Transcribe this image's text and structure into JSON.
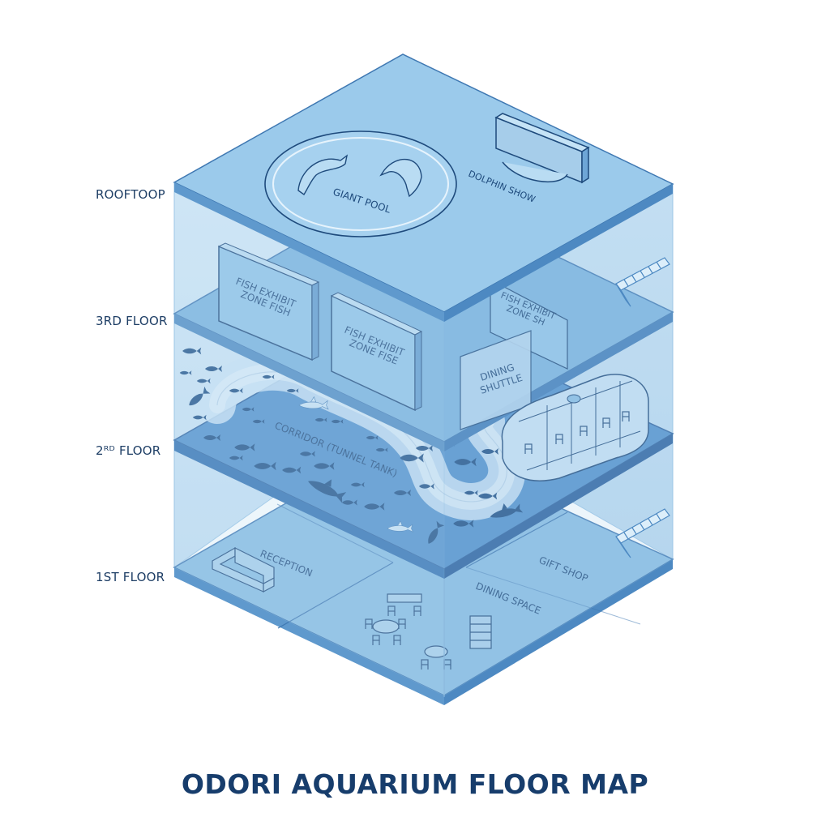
{
  "title": "ODORI AQUARIUM FLOOR MAP",
  "floors": {
    "rooftop": "ROOFTOOP",
    "third": "3RD FLOOR",
    "second": "2ᴿᴰ FLOOR",
    "first": "1ST FLOOR"
  },
  "rooftop": {
    "pool": "GIANT POOL",
    "show": "DOLPHIN SHOW"
  },
  "third_floor": {
    "exhibit_a_line1": "FISH EXHIBIT",
    "exhibit_a_line2": "ZONE FISH",
    "exhibit_b_line1": "FISH EXHIBIT",
    "exhibit_b_line2": "ZONE FISE",
    "exhibit_c_line1": "FISH EXHIBIT",
    "exhibit_c_line2": "ZONE SH",
    "dining_line1": "DINING",
    "dining_line2": "SHUTTLE"
  },
  "second_floor": {
    "corridor": "CORRIDOR (TUNNEL TANK)"
  },
  "first_floor": {
    "reception": "RECEPTION",
    "gift_shop": "GIFT SHOP",
    "dining": "DINING SPACE"
  },
  "colors": {
    "floor_fill": "#8fc2e6",
    "floor_edge": "#3f78b2",
    "glass": "#cfe6f6",
    "ink": "#1e4a7c",
    "fish": "#1d4f86"
  }
}
